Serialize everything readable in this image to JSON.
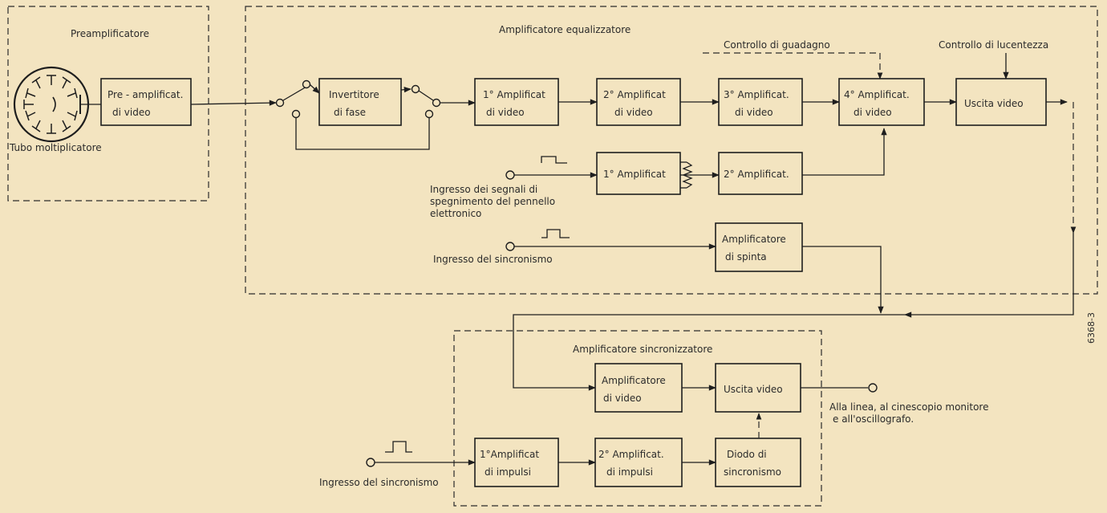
{
  "colors": {
    "paper": "#f3e4c0",
    "ink": "#1e1e1e"
  },
  "groups": {
    "preamp": "Preamplificatore",
    "equalizer": "Amplificatore  equalizzatore",
    "sync": "Amplificatore  sincronizzatore"
  },
  "blocks": {
    "preamp_video": [
      "Pre - amplificat.",
      "di     video"
    ],
    "phase_inverter": [
      "Invertitore",
      "di   fase"
    ],
    "amp1_video": [
      "1° Amplificat",
      "di video"
    ],
    "amp2_video": [
      "2° Amplificat",
      "di video"
    ],
    "amp3_video": [
      "3° Amplificat.",
      "di  video"
    ],
    "amp4_video": [
      "4° Amplificat.",
      "di video"
    ],
    "video_out_top": [
      "Uscita  video"
    ],
    "blank_amp1": [
      "1° Amplificat"
    ],
    "blank_amp2": [
      "2° Amplificat."
    ],
    "push_amp": [
      "Amplificatore",
      "di  spinta"
    ],
    "sync_video_amp": [
      "Amplificatore",
      "di video"
    ],
    "sync_video_out": [
      "Uscita  video"
    ],
    "pulse_amp1": [
      "1°Amplificat",
      "di  impulsi"
    ],
    "pulse_amp2": [
      "2° Amplificat.",
      "di  impulsi"
    ],
    "sync_diode": [
      "Diodo   di",
      "sincronismo"
    ]
  },
  "labels": {
    "tube": "Tubo moltiplicatore",
    "gain_control": "Controllo  di  guadagno",
    "brightness_control": "Controllo  di  lucentezza",
    "blanking_input": [
      "Ingresso dei segnali di",
      "spegnimento  del pennello",
      "elettronico"
    ],
    "sync_input_top": "Ingresso  del  sincronismo",
    "sync_input_bottom": "Ingresso  del  sincronismo",
    "output": [
      "Alla  linea,  al  cinescopio  monitore",
      "e   all'oscillografo."
    ],
    "figure_code": "6368-3"
  }
}
